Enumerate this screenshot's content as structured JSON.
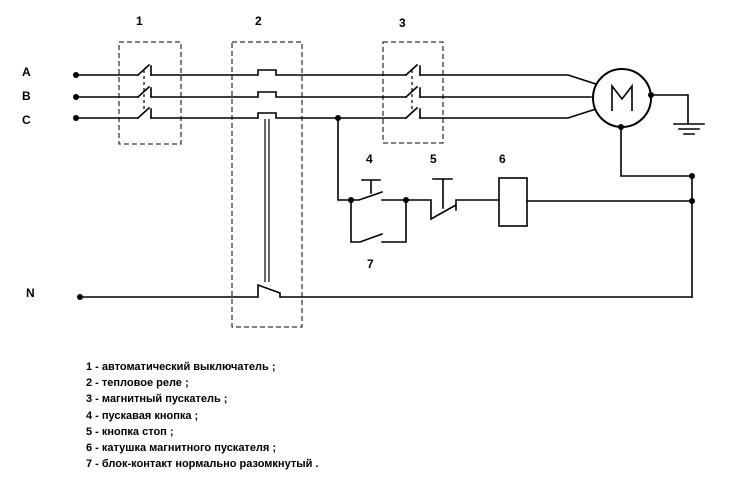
{
  "phases": {
    "a": "A",
    "b": "B",
    "c": "C",
    "n": "N"
  },
  "block_numbers": {
    "b1": "1",
    "b2": "2",
    "b3": "3",
    "b4": "4",
    "b5": "5",
    "b6": "6",
    "b7": "7"
  },
  "motor": {
    "symbol": "M"
  },
  "legend": [
    "1 - автоматический выключатель ;",
    "2 - тепловое реле ;",
    "3 - магнитный пускатель ;",
    "4 - пускавая кнопка ;",
    "5 - кнопка стоп ;",
    "6 - катушка магнитного пускателя ;",
    "7 - блок-контакт нормально разомкнутый ."
  ]
}
